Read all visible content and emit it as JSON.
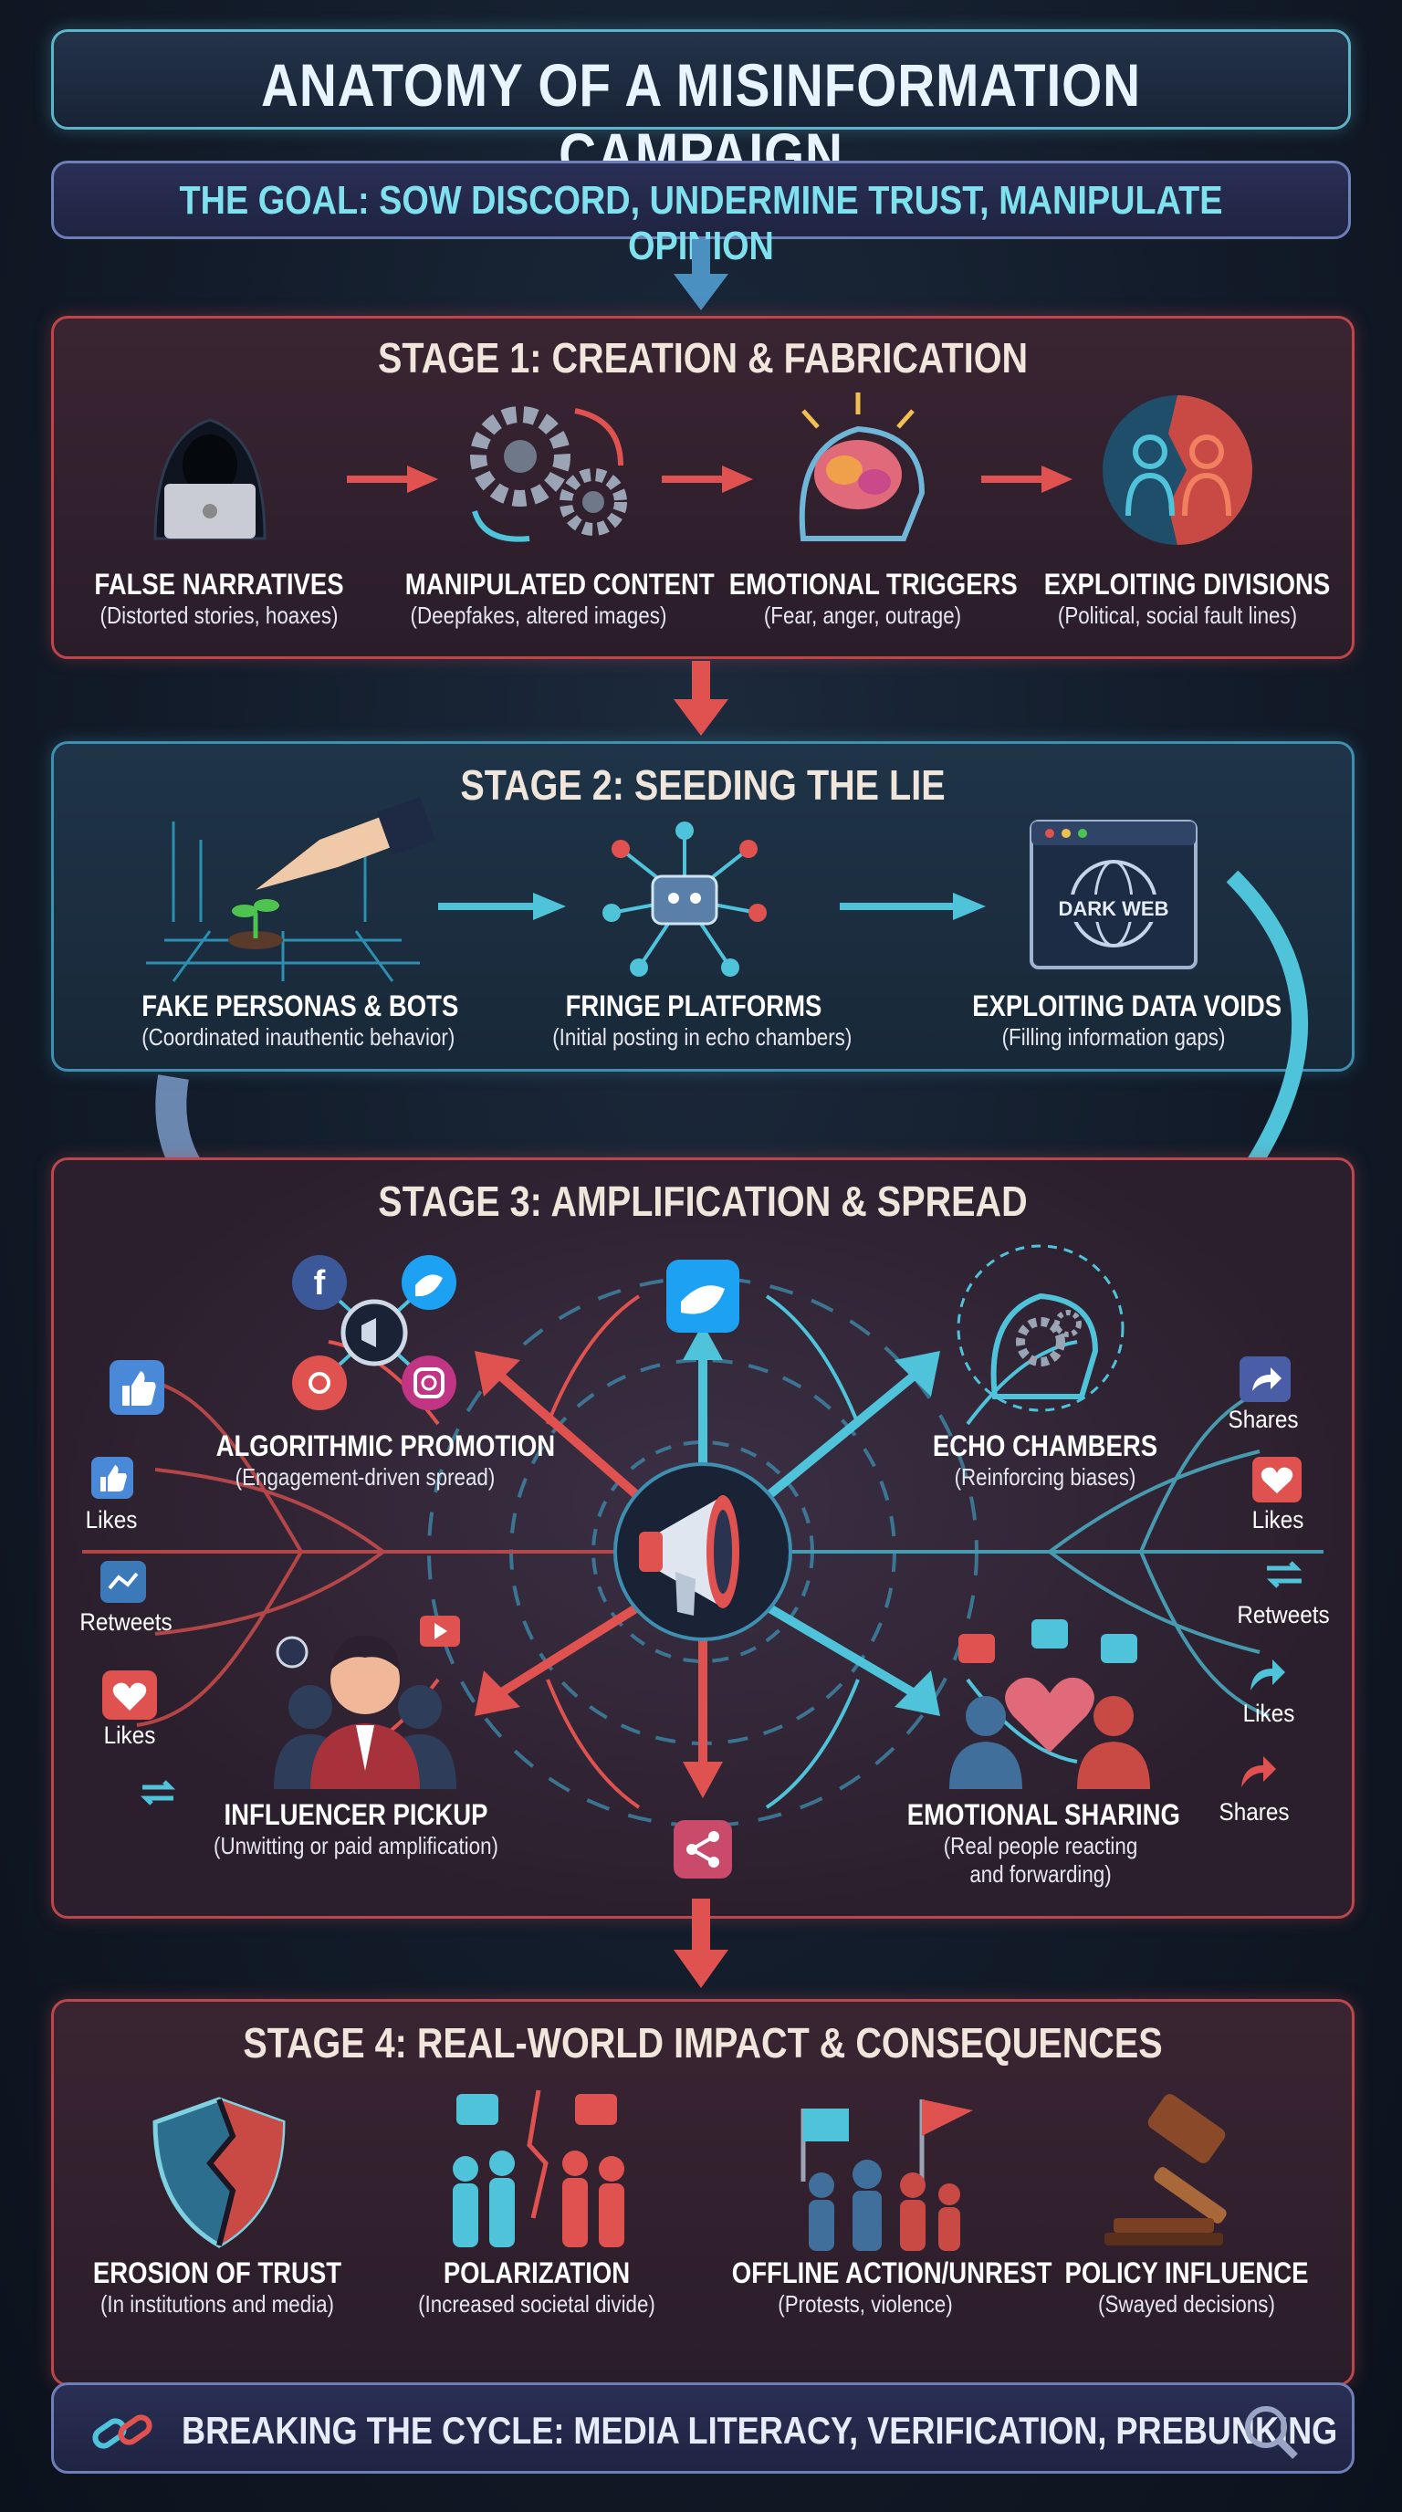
{
  "header": {
    "title": "ANATOMY OF A MISINFORMATION CAMPAIGN",
    "goal": "THE GOAL: SOW DISCORD, UNDERMINE TRUST, MANIPULATE OPINION"
  },
  "stage1": {
    "title": "STAGE 1: CREATION & FABRICATION",
    "items": [
      {
        "label": "FALSE NARRATIVES",
        "sub": "(Distorted stories, hoaxes)",
        "icon": "hooded-hacker-icon"
      },
      {
        "label": "MANIPULATED CONTENT",
        "sub": "(Deepfakes, altered images)",
        "icon": "gears-icon"
      },
      {
        "label": "EMOTIONAL TRIGGERS",
        "sub": "(Fear, anger, outrage)",
        "icon": "brain-icon"
      },
      {
        "label": "EXPLOITING DIVISIONS",
        "sub": "(Political, social fault lines)",
        "icon": "divided-people-icon"
      }
    ]
  },
  "stage2": {
    "title": "STAGE 2: SEEDING THE LIE",
    "items": [
      {
        "label": "FAKE PERSONAS & BOTS",
        "sub": "(Coordinated inauthentic behavior)",
        "icon": "planting-hand-icon"
      },
      {
        "label": "FRINGE PLATFORMS",
        "sub": "(Initial posting in echo chambers)",
        "icon": "bot-network-icon"
      },
      {
        "label": "EXPLOITING DATA VOIDS",
        "sub": "(Filling information gaps)",
        "icon": "dark-web-browser-icon"
      }
    ],
    "dark_web_label": "DARK WEB"
  },
  "stage3": {
    "title": "STAGE 3: AMPLIFICATION & SPREAD",
    "items": [
      {
        "label": "ALGORITHMIC PROMOTION",
        "sub": "(Engagement-driven spread)"
      },
      {
        "label": "ECHO CHAMBERS",
        "sub": "(Reinforcing biases)"
      },
      {
        "label": "INFLUENCER PICKUP",
        "sub": "(Unwitting or paid amplification)"
      },
      {
        "label": "EMOTIONAL SHARING",
        "sub": "(Real people reacting",
        "sub2": "and forwarding)"
      }
    ],
    "left_social": [
      "Likes",
      "Retweets",
      "Likes"
    ],
    "right_social": [
      "Shares",
      "Likes",
      "Retweets",
      "Likes",
      "Shares"
    ]
  },
  "stage4": {
    "title": "STAGE 4: REAL-WORLD IMPACT & CONSEQUENCES",
    "items": [
      {
        "label": "EROSION OF TRUST",
        "sub": "(In institutions and media)",
        "icon": "broken-shield-icon"
      },
      {
        "label": "POLARIZATION",
        "sub": "(Increased societal divide)",
        "icon": "divided-crowd-icon"
      },
      {
        "label": "OFFLINE ACTION/UNREST",
        "sub": "(Protests, violence)",
        "icon": "protest-icon"
      },
      {
        "label": "POLICY INFLUENCE",
        "sub": "(Swayed decisions)",
        "icon": "gavel-icon"
      }
    ]
  },
  "footer": {
    "cycle": "BREAKING THE CYCLE: MEDIA LITERACY, VERIFICATION, PREBUNKING"
  },
  "colors": {
    "red": "#e0524f",
    "cyan": "#4fc3d9",
    "panel_red": "#c0454a",
    "panel_blue": "#3f8fb0"
  }
}
